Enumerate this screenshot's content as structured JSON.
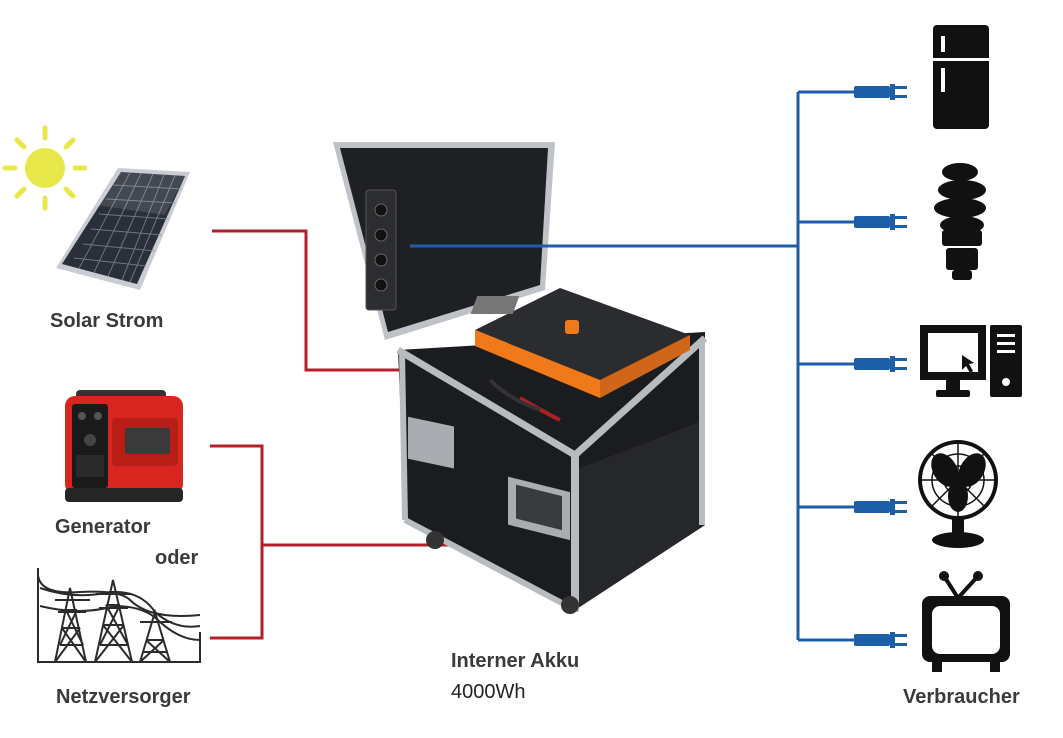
{
  "sources": {
    "solar_label": "Solar Strom",
    "generator_label": "Generator",
    "or_label": "oder",
    "grid_label": "Netzversorger"
  },
  "battery": {
    "name_label": "Interner Akku",
    "capacity_label": "4000Wh"
  },
  "consumers": {
    "label": "Verbraucher",
    "icons": [
      "fridge-icon",
      "bulb-icon",
      "computer-icon",
      "fan-icon",
      "tv-icon"
    ]
  },
  "colors": {
    "input_line": "#b3202a",
    "output_line": "#1c5fa8",
    "sun": "#e8e84a",
    "inverter_accent": "#f07a1a",
    "generator": "#d7261e"
  }
}
